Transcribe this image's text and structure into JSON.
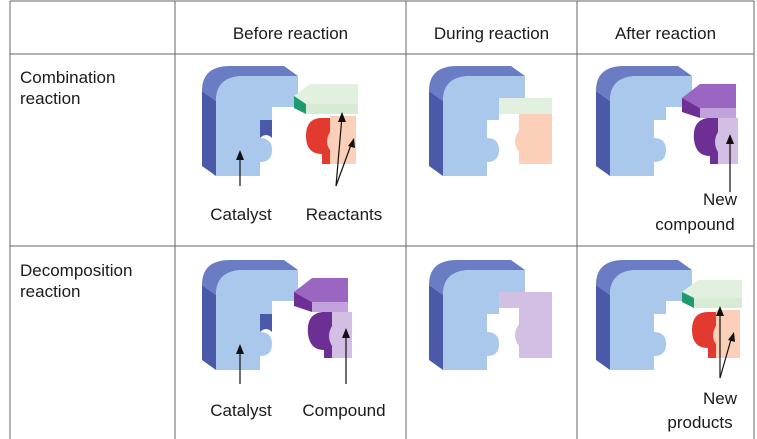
{
  "columns": {
    "before": "Before reaction",
    "during": "During reaction",
    "after": "After reaction"
  },
  "rows": {
    "combination": {
      "label_line1": "Combination",
      "label_line2": "reaction",
      "catalyst_label": "Catalyst",
      "reactants_label": "Reactants",
      "result_line1": "New",
      "result_line2": "compound"
    },
    "decomposition": {
      "label_line1": "Decomposition",
      "label_line2": "reaction",
      "catalyst_label": "Catalyst",
      "compound_label": "Compound",
      "result_line1": "New",
      "result_line2": "products"
    }
  },
  "colors": {
    "catalyst_front": "#a9c8ec",
    "catalyst_side": "#4a5aa8",
    "catalyst_top": "#6a7dc4",
    "green_top": "#e2f0e0",
    "green_side": "#1e9a6e",
    "red_front": "#fbcfb8",
    "red_side": "#e23a2f",
    "purple_front": "#d3bfe3",
    "purple_side": "#6e2f95",
    "purple_top": "#9a66c2",
    "grid": "#555555"
  }
}
